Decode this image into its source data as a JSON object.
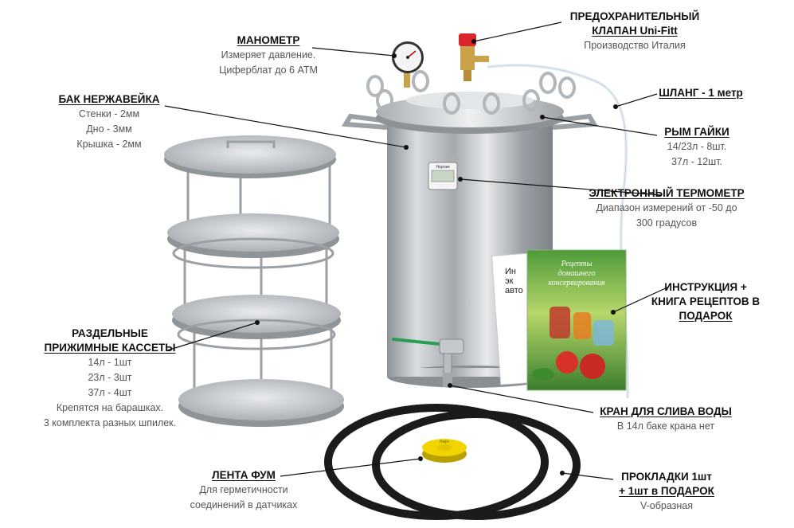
{
  "labels": {
    "manometer": {
      "title": "МАНОМЕТР",
      "lines": [
        "Измеряет давление.",
        "Циферблат до 6 АТМ"
      ]
    },
    "valve": {
      "title_lines": [
        "ПРЕДОХРАНИТЕЛЬНЫЙ",
        "КЛАПАН Uni-Fitt"
      ],
      "lines": [
        "Производство Италия"
      ]
    },
    "hose": {
      "title": "ШЛАНГ - 1 метр"
    },
    "tank": {
      "title": "БАК НЕРЖАВЕЙКА",
      "lines": [
        "Стенки - 2мм",
        "Дно - 3мм",
        "Крышка - 2мм"
      ]
    },
    "eyenuts": {
      "title": "РЫМ ГАЙКИ",
      "lines": [
        "14/23л - 8шт.",
        "37л - 12шт."
      ]
    },
    "thermometer": {
      "title": "ЭЛЕКТРОННЫЙ ТЕРМОМЕТР",
      "lines": [
        "Диапазон измерений от -50 до",
        "300 градусов"
      ]
    },
    "instruction": {
      "title_lines": [
        "ИНСТРУКЦИЯ +",
        "КНИГА РЕЦЕПТОВ В",
        "ПОДАРОК"
      ]
    },
    "cassettes": {
      "title_lines": [
        "РАЗДЕЛЬНЫЕ",
        "ПРИЖИМНЫЕ КАССЕТЫ"
      ],
      "lines": [
        "14л - 1шт",
        "23л - 3шт",
        "37л - 4шт",
        "Крепятся на барашках.",
        "3 комплекта разных шпилек."
      ]
    },
    "drain": {
      "title": "КРАН ДЛЯ СЛИВА ВОДЫ",
      "lines": [
        "В 14л баке крана нет"
      ]
    },
    "tape": {
      "title": "ЛЕНТА ФУМ",
      "lines": [
        "Для герметичности",
        "соединений в датчиках"
      ]
    },
    "gaskets": {
      "title_lines": [
        "ПРОКЛАДКИ 1шт",
        "+ 1шт в ПОДАРОК"
      ],
      "lines": [
        "V-образная"
      ]
    }
  },
  "book": {
    "title_lines": [
      "Рецепты",
      "домашнего",
      "консервирования"
    ],
    "back_lines": [
      "Ин",
      "эк",
      "авто"
    ]
  },
  "thermo_brand": "Наргам",
  "tape_brand": "Haijie",
  "colors": {
    "steel": "#b9bec3",
    "tap_green": "#2a9d55",
    "tape_yellow": "#f2d500",
    "valve_red": "#d8262c",
    "brass": "#c9a24a"
  }
}
